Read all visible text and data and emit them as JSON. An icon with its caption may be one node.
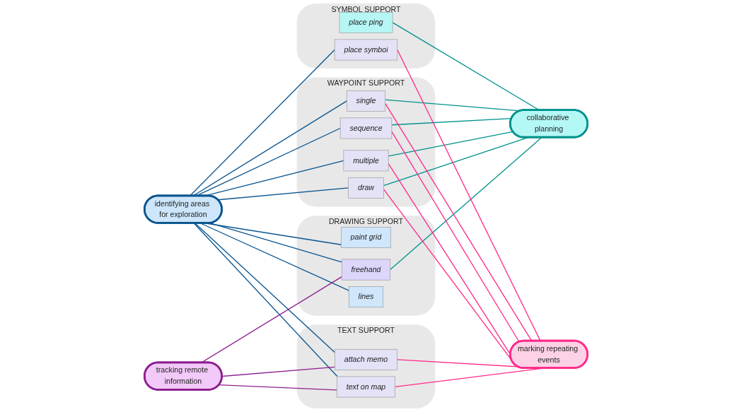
{
  "diagram": {
    "nodes": [
      {
        "text": [
          "SYMBOL SUPPORT"
        ]
      },
      {
        "text": [
          "place symbol"
        ],
        "in": 0
      },
      {
        "text": [
          "place ping"
        ],
        "in": 0
      },
      {
        "text": [
          "WAYPOINT SUPPORT"
        ]
      },
      {
        "text": [
          "single"
        ],
        "in": 3
      },
      {
        "text": [
          "sequence"
        ],
        "in": 3
      },
      {
        "text": [
          "multiple"
        ],
        "in": 3
      },
      {
        "text": [
          "draw"
        ],
        "in": 3
      },
      {
        "text": [
          "DRAWING SUPPORT"
        ]
      },
      {
        "text": [
          "freehand"
        ],
        "in": 8
      },
      {
        "text": [
          "paint grid"
        ],
        "in": 8
      },
      {
        "text": [
          "lines"
        ],
        "in": 8
      },
      {
        "text": [
          "TEXT SUPPORT"
        ]
      },
      {
        "text": [
          "attach memo"
        ],
        "in": 12
      },
      {
        "text": [
          "text on map"
        ],
        "in": 12
      },
      {
        "text": [
          "identifying areas for exploration"
        ]
      },
      {
        "text": [
          "tracking remote information"
        ]
      },
      {
        "text": [
          "collaborative planning"
        ]
      },
      {
        "text": [
          "marking repeating events"
        ]
      }
    ],
    "edges": [
      {
        "from": 15,
        "to": 1,
        "arrow": "none",
        "color": "#0a5590"
      },
      {
        "from": 15,
        "to": 4,
        "arrow": "none",
        "color": "#0a5590"
      },
      {
        "from": 15,
        "to": 5,
        "arrow": "none",
        "color": "#0a5590"
      },
      {
        "from": 15,
        "to": 6,
        "arrow": "none",
        "color": "#0a5590"
      },
      {
        "from": 15,
        "to": 7,
        "arrow": "none",
        "color": "#0a5590"
      },
      {
        "from": 15,
        "to": 9,
        "arrow": "none",
        "color": "#0a5590"
      },
      {
        "from": 15,
        "to": 10,
        "arrow": "none",
        "color": "#0a5590"
      },
      {
        "from": 15,
        "to": 11,
        "arrow": "none",
        "color": "#0a5590"
      },
      {
        "from": 15,
        "to": 13,
        "arrow": "none",
        "color": "#0a5590"
      },
      {
        "from": 15,
        "to": 14,
        "arrow": "none",
        "color": "#0a5590"
      },
      {
        "from": 16,
        "to": 9,
        "arrow": "none",
        "color": "#8e2090"
      },
      {
        "from": 16,
        "to": 13,
        "arrow": "none",
        "color": "#8e2090"
      },
      {
        "from": 16,
        "to": 14,
        "arrow": "none",
        "color": "#8e2090"
      },
      {
        "from": 17,
        "to": 2,
        "arrow": "none",
        "color": "#00928c"
      },
      {
        "from": 17,
        "to": 4,
        "arrow": "none",
        "color": "#00928c"
      },
      {
        "from": 17,
        "to": 5,
        "arrow": "none",
        "color": "#00928c"
      },
      {
        "from": 17,
        "to": 6,
        "arrow": "none",
        "color": "#00928c"
      },
      {
        "from": 17,
        "to": 7,
        "arrow": "none",
        "color": "#00928c"
      },
      {
        "from": 17,
        "to": 9,
        "arrow": "none",
        "color": "#00928c"
      },
      {
        "from": 18,
        "to": 1,
        "arrow": "none",
        "color": "#ff2a8a"
      },
      {
        "from": 18,
        "to": 4,
        "arrow": "none",
        "color": "#ff2a8a"
      },
      {
        "from": 18,
        "to": 5,
        "arrow": "none",
        "color": "#ff2a8a"
      },
      {
        "from": 18,
        "to": 6,
        "arrow": "none",
        "color": "#ff2a8a"
      },
      {
        "from": 18,
        "to": 7,
        "arrow": "none",
        "color": "#ff2a8a"
      },
      {
        "from": 18,
        "to": 13,
        "arrow": "none",
        "color": "#ff2a8a"
      },
      {
        "from": 18,
        "to": 14,
        "arrow": "none",
        "color": "#ff2a8a"
      }
    ]
  }
}
